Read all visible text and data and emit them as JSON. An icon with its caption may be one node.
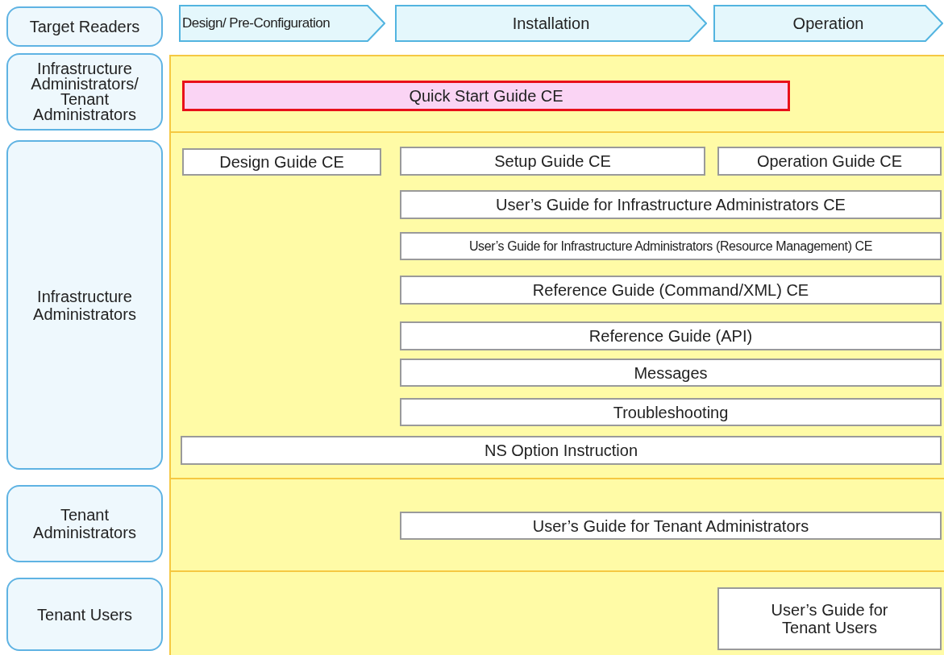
{
  "diagram": {
    "nodes": [
      {
        "text": [
          "Target Readers"
        ]
      },
      {
        "text": [
          "Design/ Pre-Configuration"
        ]
      },
      {
        "text": [
          "Installation"
        ]
      },
      {
        "text": [
          "Operation"
        ]
      },
      {
        "text": [
          "Infrastructure Administrators/ Tenant Administrators"
        ]
      },
      {
        "text": [],
        "shape": "band"
      },
      {
        "text": [
          "Quick Start Guide CE"
        ],
        "in": 5
      },
      {
        "text": [
          "Infrastructure Administrators"
        ]
      },
      {
        "text": [],
        "shape": "band"
      },
      {
        "text": [
          "Design Guide CE"
        ],
        "in": 8
      },
      {
        "text": [
          "Setup Guide CE"
        ],
        "in": 8
      },
      {
        "text": [
          "Operation Guide CE"
        ],
        "in": 8
      },
      {
        "text": [
          "User’s Guide for Infrastructure Administrators CE"
        ],
        "in": 8
      },
      {
        "text": [
          "User’s Guide for Infrastructure Administrators (Resource Management) CE"
        ],
        "in": 8
      },
      {
        "text": [
          "Reference Guide (Command/XML) CE"
        ],
        "in": 8
      },
      {
        "text": [
          "Reference Guide (API)"
        ],
        "in": 8
      },
      {
        "text": [
          "Messages"
        ],
        "in": 8
      },
      {
        "text": [
          "Troubleshooting"
        ],
        "in": 8
      },
      {
        "text": [
          "NS Option Instruction"
        ],
        "in": 8
      },
      {
        "text": [
          "Tenant Administrators"
        ]
      },
      {
        "text": [],
        "shape": "band"
      },
      {
        "text": [
          "User’s Guide for Tenant Administrators"
        ],
        "in": 20
      },
      {
        "text": [
          "Tenant Users"
        ]
      },
      {
        "text": [],
        "shape": "band"
      },
      {
        "text": [
          "User’s Guide for Tenant Users"
        ],
        "in": 23
      }
    ]
  }
}
